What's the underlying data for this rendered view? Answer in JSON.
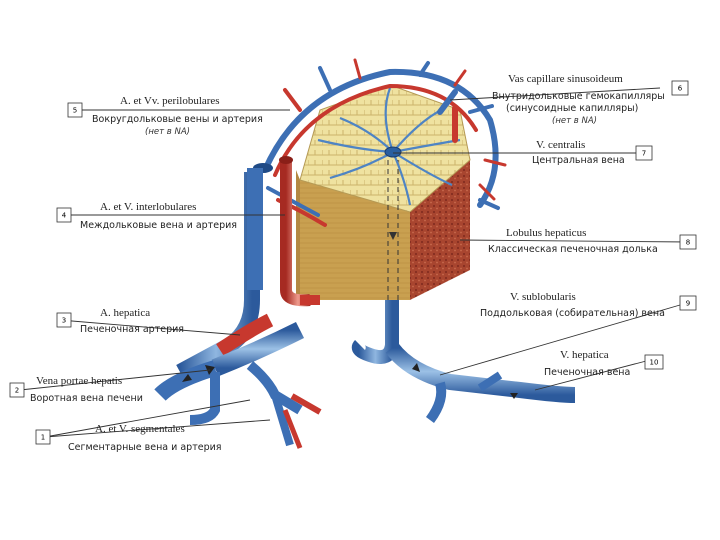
{
  "labels": [
    {
      "num": "5",
      "latin": "A. et Vv. perilobulares",
      "ru": "Вокругдольковые вены и артерия",
      "note": "(нет в NA)"
    },
    {
      "num": "4",
      "latin": "A. et V. interlobulares",
      "ru": "Междольковые вена и артерия"
    },
    {
      "num": "3",
      "latin": "A. hepatica",
      "ru": "Печеночная артерия"
    },
    {
      "num": "2",
      "latin": "Vena portae hepatis",
      "ru": "Воротная вена печени"
    },
    {
      "num": "1",
      "latin": "A. et V. segmentales",
      "ru": "Сегментарные вена и артерия"
    },
    {
      "num": "6",
      "latin": "Vas capillare sinusoideum",
      "ru": "Внутридольковые гемокапилляры",
      "ru2": "(синусоидные капилляры)",
      "note": "(нет в NA)"
    },
    {
      "num": "7",
      "latin": "V. centralis",
      "ru": "Центральная вена"
    },
    {
      "num": "8",
      "latin": "Lobulus hepaticus",
      "ru": "Классическая печеночная долька"
    },
    {
      "num": "9",
      "latin": "V. sublobularis",
      "ru": "Поддольковая (собирательная) вена"
    },
    {
      "num": "10",
      "latin": "V. hepatica",
      "ru": "Печеночная вена"
    }
  ],
  "colors": {
    "vein_blue": "#3d6fb4",
    "vein_light": "#8fb6e0",
    "artery_red": "#c7382e",
    "artery_light": "#e8887a",
    "lobule_top": "#f1e6a2",
    "lobule_front": "#c89a4a",
    "lobule_side": "#9c3b2a",
    "line": "#333333"
  }
}
